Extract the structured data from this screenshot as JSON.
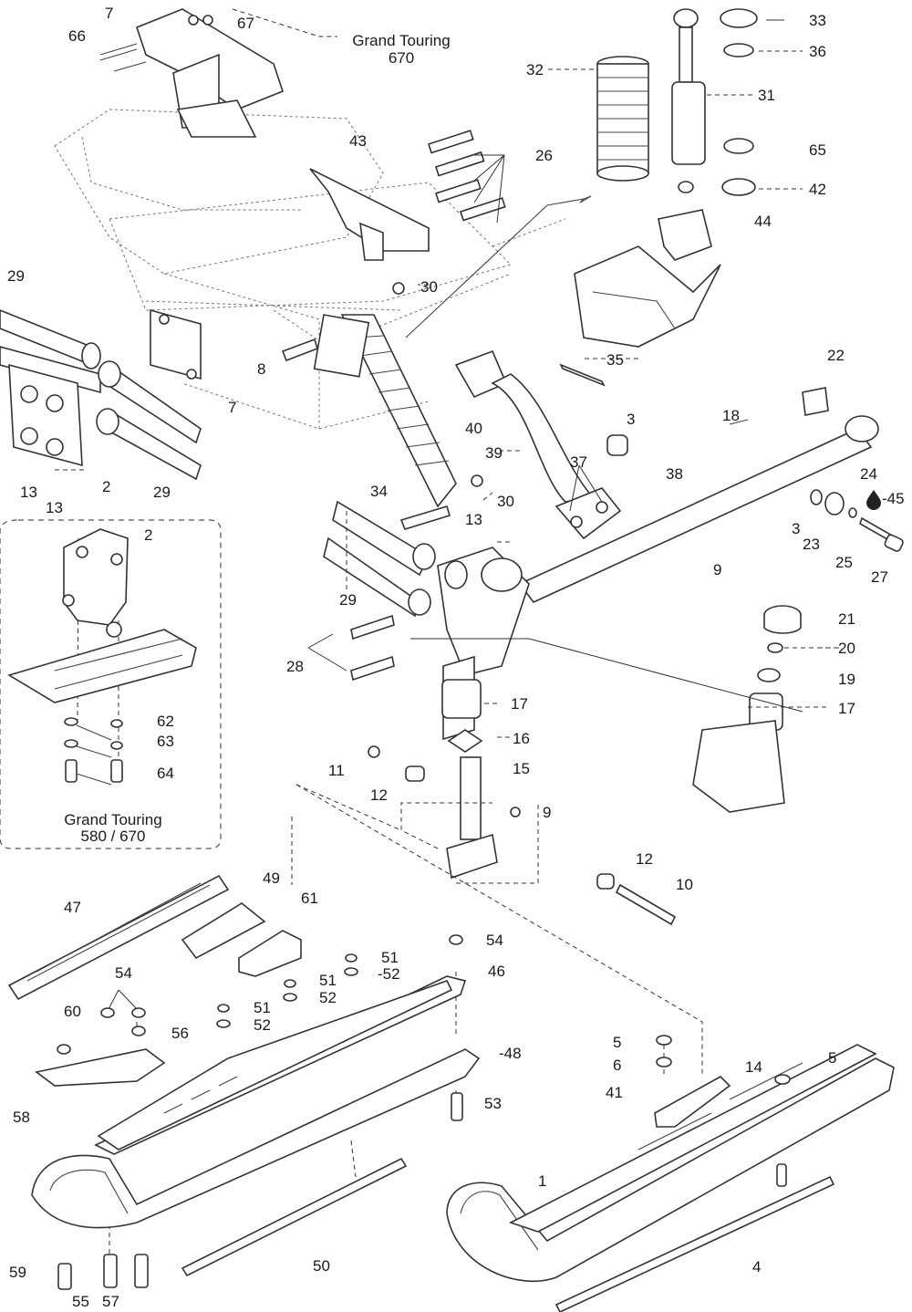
{
  "captions": {
    "top_model": "Grand Touring",
    "top_engine": "670",
    "inset_model": "Grand Touring",
    "inset_engines": "580 / 670"
  },
  "callouts": {
    "n7a": "7",
    "n67": "67",
    "n66": "66",
    "n33": "33",
    "n36": "36",
    "n32": "32",
    "n31": "31",
    "n65": "65",
    "n42": "42",
    "n44": "44",
    "n43": "43",
    "n26": "26",
    "n29a": "29",
    "n30a": "30",
    "n8": "8",
    "n7b": "7",
    "n35": "35",
    "n22": "22",
    "n40": "40",
    "n3a": "3",
    "n18": "18",
    "n13a": "13",
    "n13b": "13",
    "n2a": "2",
    "n29b": "29",
    "n39": "39",
    "n37": "37",
    "n38": "38",
    "n24": "24",
    "n45": "-45",
    "n34": "34",
    "n30b": "30",
    "n3b": "3",
    "n23": "23",
    "n25": "25",
    "n27": "27",
    "n13c": "13",
    "n9a": "9",
    "n2b": "2",
    "n29c": "29",
    "n21": "21",
    "n20": "20",
    "n28": "28",
    "n19": "19",
    "n17a": "17",
    "n17b": "17",
    "n62": "62",
    "n16": "16",
    "n63": "63",
    "n11": "11",
    "n15": "15",
    "n64": "64",
    "n12a": "12",
    "n9b": "9",
    "n12b": "12",
    "n10": "10",
    "n49": "49",
    "n47": "47",
    "n61": "61",
    "n54a": "54",
    "n46": "46",
    "n51a": "51",
    "n52a": "-52",
    "n51b": "51",
    "n52b": "52",
    "n54b": "54",
    "n60": "60",
    "n51c": "51",
    "n52c": "52",
    "n56": "56",
    "n48": "-48",
    "n5a": "5",
    "n6": "6",
    "n14": "14",
    "n5b": "5",
    "n41": "41",
    "n58": "58",
    "n53": "53",
    "n1": "1",
    "n4": "4",
    "n50": "50",
    "n59": "59",
    "n55": "55",
    "n57": "57"
  },
  "icons": {
    "oil_drop": "oil-drop-icon"
  }
}
